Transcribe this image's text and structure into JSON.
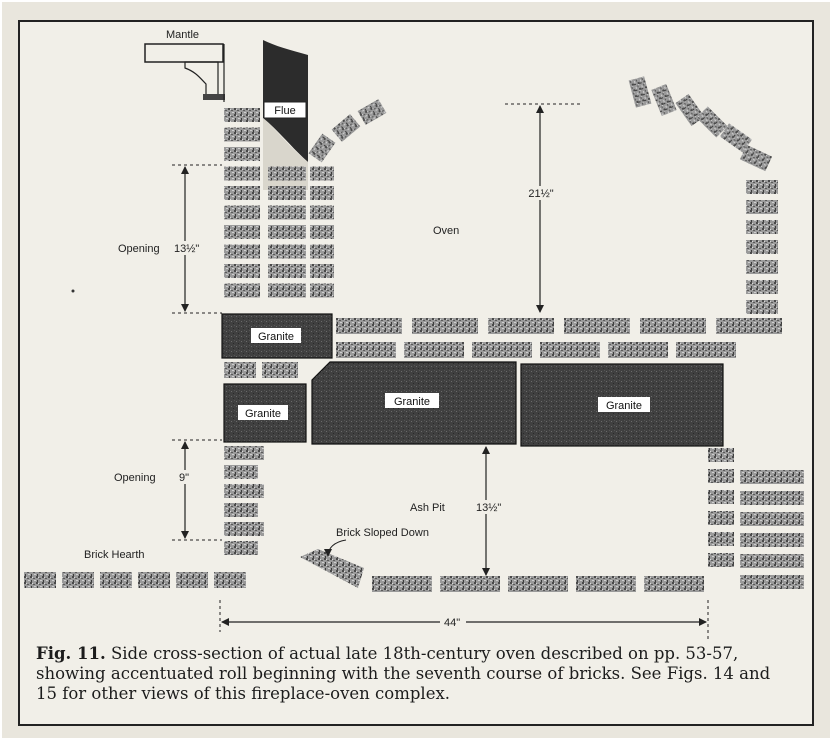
{
  "labels": {
    "mantle": "Mantle",
    "flue": "Flue",
    "oven": "Oven",
    "oven_height": "21½\"",
    "upper_opening": "Opening",
    "upper_opening_dim": "13½\"",
    "granite_1": "Granite",
    "granite_2": "Granite",
    "granite_3": "Granite",
    "granite_4": "Granite",
    "lower_opening": "Opening",
    "lower_opening_dim": "9\"",
    "ash_pit": "Ash Pit",
    "ash_pit_dim": "13½\"",
    "brick_sloped": "Brick Sloped Down",
    "brick_hearth": "Brick Hearth",
    "width_dim": "44\""
  },
  "caption": {
    "fig_label": "Fig. 11.",
    "text": "Side cross-section of actual late 18th-century oven described on pp. 53-57, showing accentuated roll beginning with the seventh course of bricks. See Figs. 14 and 15 for other views of this fireplace-oven complex."
  },
  "colors": {
    "granite": "#3f3f3f",
    "brick": "#8a8a8a",
    "ink": "#222222",
    "paper": "#f1efe8"
  }
}
